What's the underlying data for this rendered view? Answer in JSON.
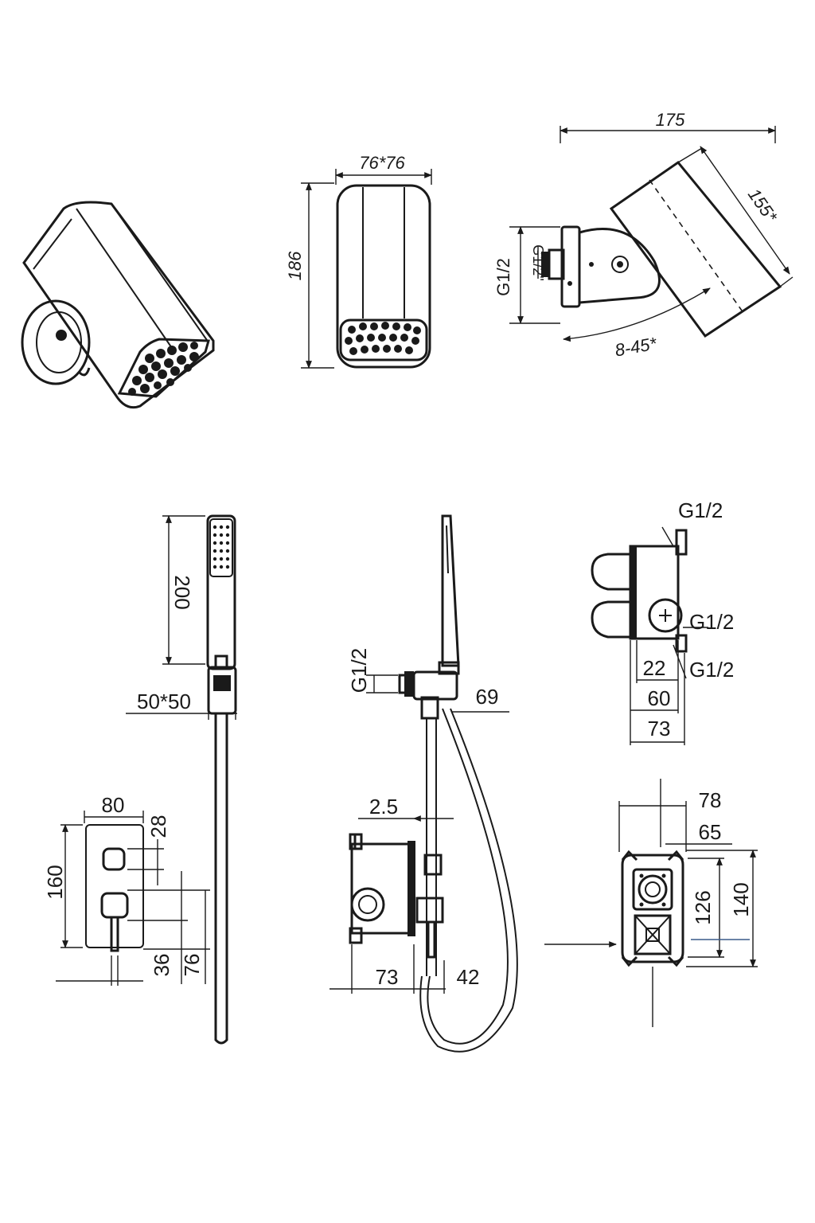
{
  "views": {
    "head_iso": {},
    "head_front": {
      "width": "76*76",
      "height": "186"
    },
    "head_side": {
      "length": "175",
      "face": "155*",
      "angle": "8-45*",
      "inlet": "G1/2",
      "thread": "G1/2\""
    },
    "hand_shower": {
      "length": "200",
      "base": "50*50"
    },
    "hand_side": {
      "inlet": "G1/2",
      "offset": "69"
    },
    "valve_side": {
      "outlet_top": "G1/2",
      "outlet_mid": "G1/2",
      "outlet_bot": "G1/2",
      "d22": "22",
      "d60": "60",
      "d73": "73"
    },
    "plate_front": {
      "width": "80",
      "gap": "28",
      "height": "160",
      "d36": "36",
      "d76": "76"
    },
    "mixer_side": {
      "wall": "2.5",
      "d73": "73",
      "d42": "42"
    },
    "box_front": {
      "d78": "78",
      "d65": "65",
      "d126": "126",
      "d140": "140"
    }
  },
  "colors": {
    "ink": "#1a1a1a",
    "paper": "#ffffff",
    "accent": "#3a5a8a"
  }
}
